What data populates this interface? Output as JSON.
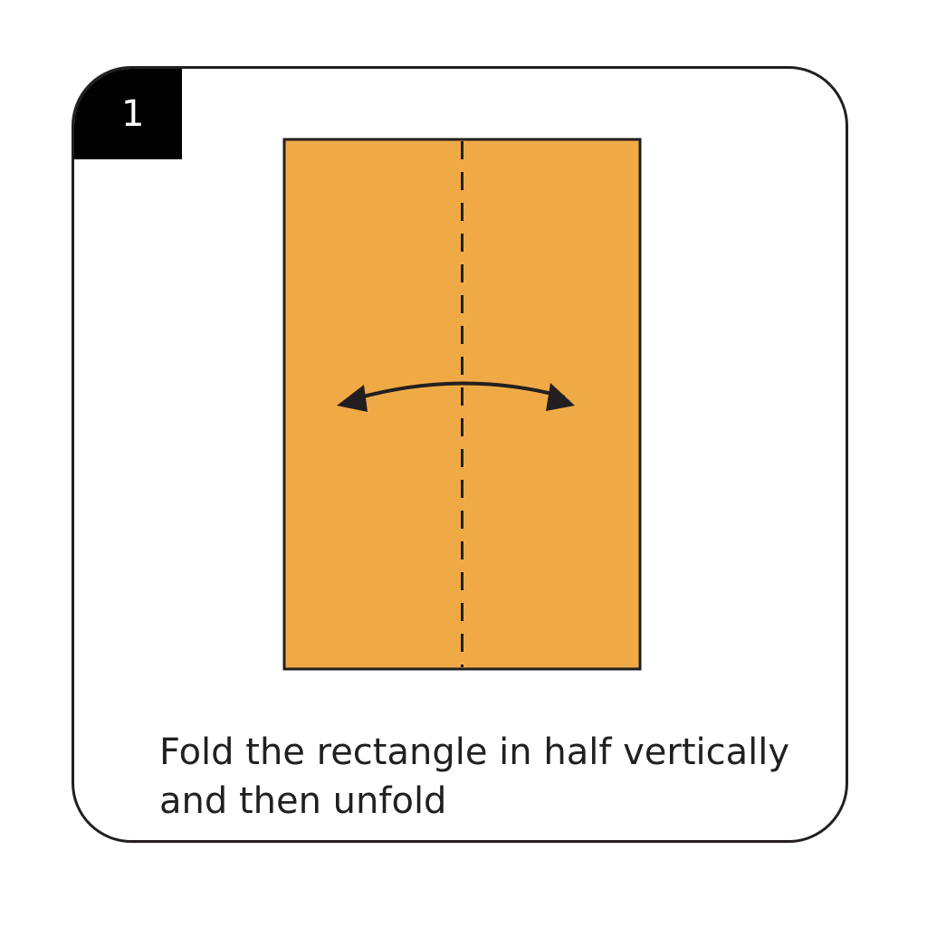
{
  "step": {
    "number": "1"
  },
  "instruction": {
    "line1": "Fold the rectangle in half vertically",
    "line2": "and then unfold"
  },
  "colors": {
    "paper": "#efaa46",
    "outline": "#231f20",
    "badge": "#000000",
    "badge_text": "#ffffff"
  },
  "icons": {
    "fold_arrow": "double-headed-curved-arrow-icon",
    "fold_line": "dashed-valley-fold-line"
  }
}
